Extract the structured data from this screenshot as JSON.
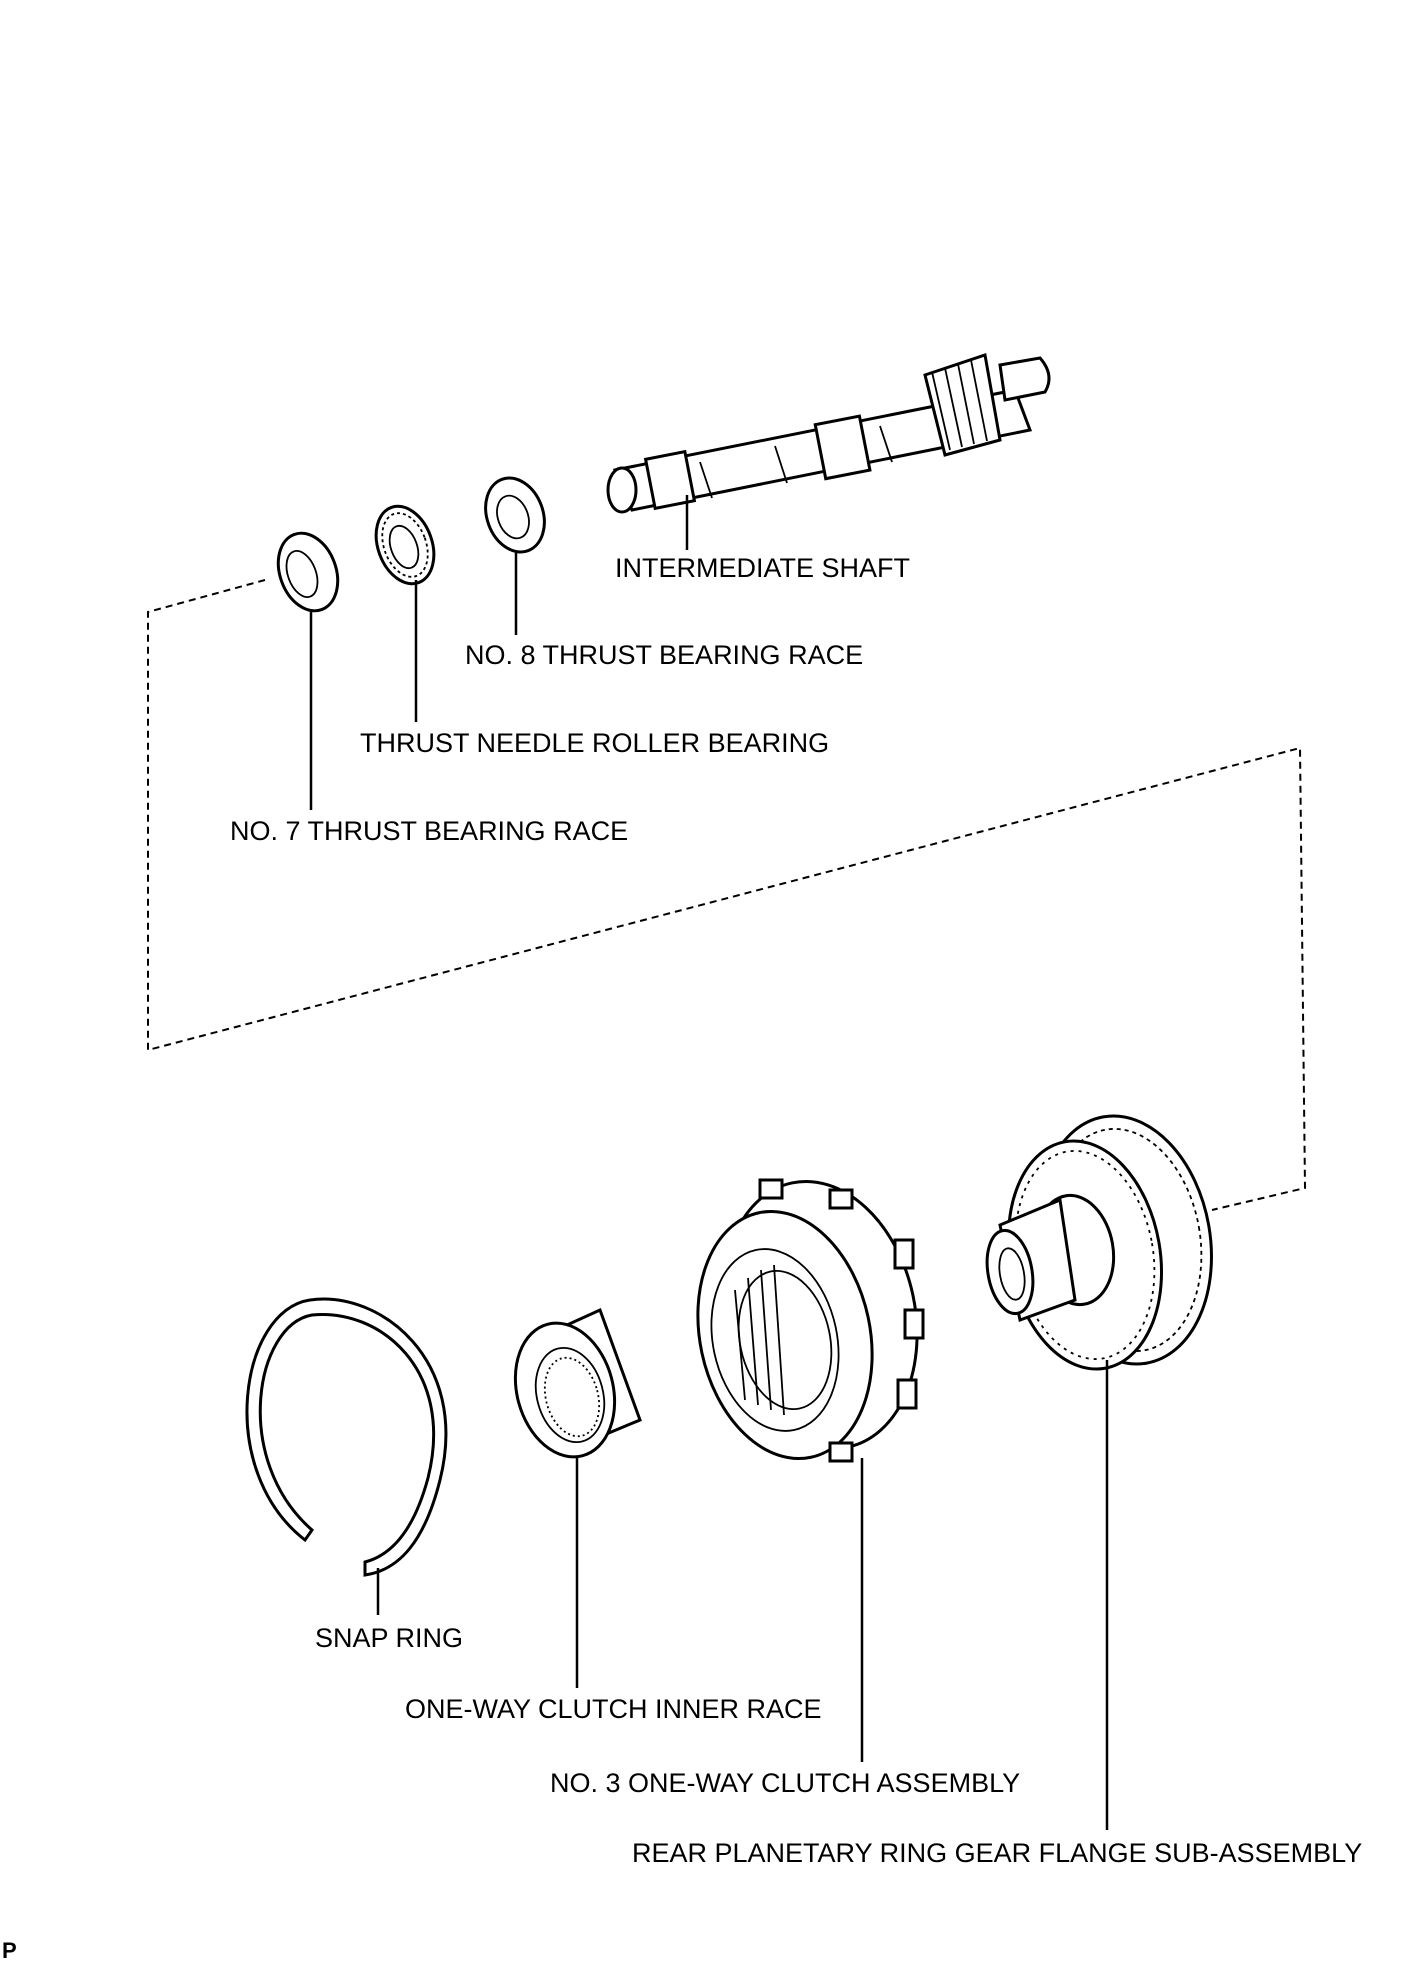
{
  "labels": {
    "intermediate_shaft": "INTERMEDIATE SHAFT",
    "no8_race": "NO. 8 THRUST BEARING RACE",
    "needle_bearing": "THRUST NEEDLE ROLLER BEARING",
    "no7_race": "NO. 7 THRUST BEARING RACE",
    "snap_ring": "SNAP RING",
    "inner_race": "ONE-WAY CLUTCH INNER RACE",
    "clutch_assembly": "NO. 3 ONE-WAY CLUTCH ASSEMBLY",
    "ring_gear_flange": "REAR PLANETARY RING GEAR FLANGE SUB-ASSEMBLY"
  },
  "corner_mark": "P"
}
